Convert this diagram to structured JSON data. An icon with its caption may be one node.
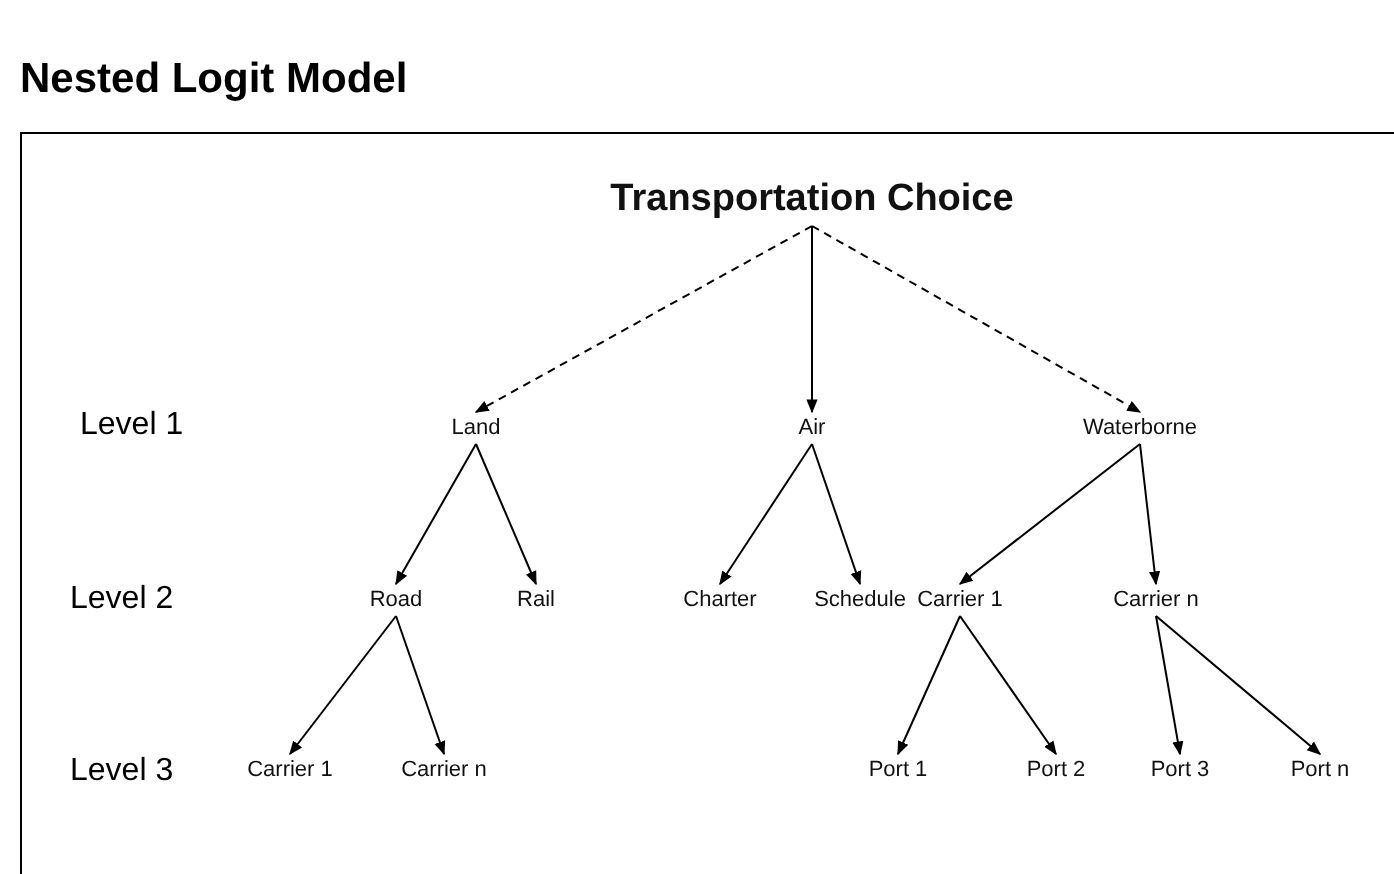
{
  "diagram": {
    "title": "Nested Logit Model",
    "nodes": [
      {
        "text": [
          "Transportation Choice"
        ]
      },
      {
        "text": [
          "Land"
        ]
      },
      {
        "text": [
          "Air"
        ]
      },
      {
        "text": [
          "Waterborne"
        ]
      },
      {
        "text": [
          "Road"
        ]
      },
      {
        "text": [
          "Rail"
        ]
      },
      {
        "text": [
          "Charter"
        ]
      },
      {
        "text": [
          "Schedule"
        ]
      },
      {
        "text": [
          "Carrier 1"
        ]
      },
      {
        "text": [
          "Carrier n"
        ]
      },
      {
        "text": [
          "Carrier 1"
        ]
      },
      {
        "text": [
          "Carrier n"
        ]
      },
      {
        "text": [
          "Port 1"
        ]
      },
      {
        "text": [
          "Port 2"
        ]
      },
      {
        "text": [
          "Port 3"
        ]
      },
      {
        "text": [
          "Port n"
        ]
      }
    ],
    "edges": [
      {
        "from": 0,
        "to": 1,
        "arrow": "to",
        "style": "dashed"
      },
      {
        "from": 0,
        "to": 2,
        "arrow": "to"
      },
      {
        "from": 0,
        "to": 3,
        "arrow": "to",
        "style": "dashed"
      },
      {
        "from": 1,
        "to": 4,
        "arrow": "to"
      },
      {
        "from": 1,
        "to": 5,
        "arrow": "to"
      },
      {
        "from": 2,
        "to": 6,
        "arrow": "to"
      },
      {
        "from": 2,
        "to": 7,
        "arrow": "to"
      },
      {
        "from": 3,
        "to": 8,
        "arrow": "to"
      },
      {
        "from": 3,
        "to": 9,
        "arrow": "to"
      },
      {
        "from": 4,
        "to": 10,
        "arrow": "to"
      },
      {
        "from": 4,
        "to": 11,
        "arrow": "to"
      },
      {
        "from": 8,
        "to": 12,
        "arrow": "to"
      },
      {
        "from": 8,
        "to": 13,
        "arrow": "to"
      },
      {
        "from": 9,
        "to": 14,
        "arrow": "to"
      },
      {
        "from": 9,
        "to": 15,
        "arrow": "to"
      }
    ],
    "labels": [
      "Level 1",
      "Level 2",
      "Level 3"
    ]
  }
}
